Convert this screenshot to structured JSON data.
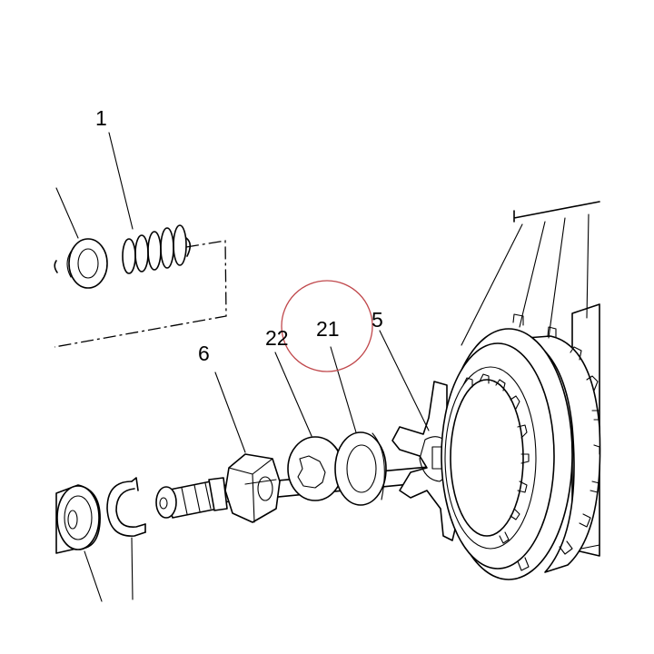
{
  "callouts": [
    {
      "id": "1",
      "label": "1"
    },
    {
      "id": "22",
      "label": "22"
    },
    {
      "id": "21",
      "label": "21"
    },
    {
      "id": "5",
      "label": "5"
    },
    {
      "id": "6",
      "label": "6"
    }
  ],
  "highlight_color": "#c0484c"
}
